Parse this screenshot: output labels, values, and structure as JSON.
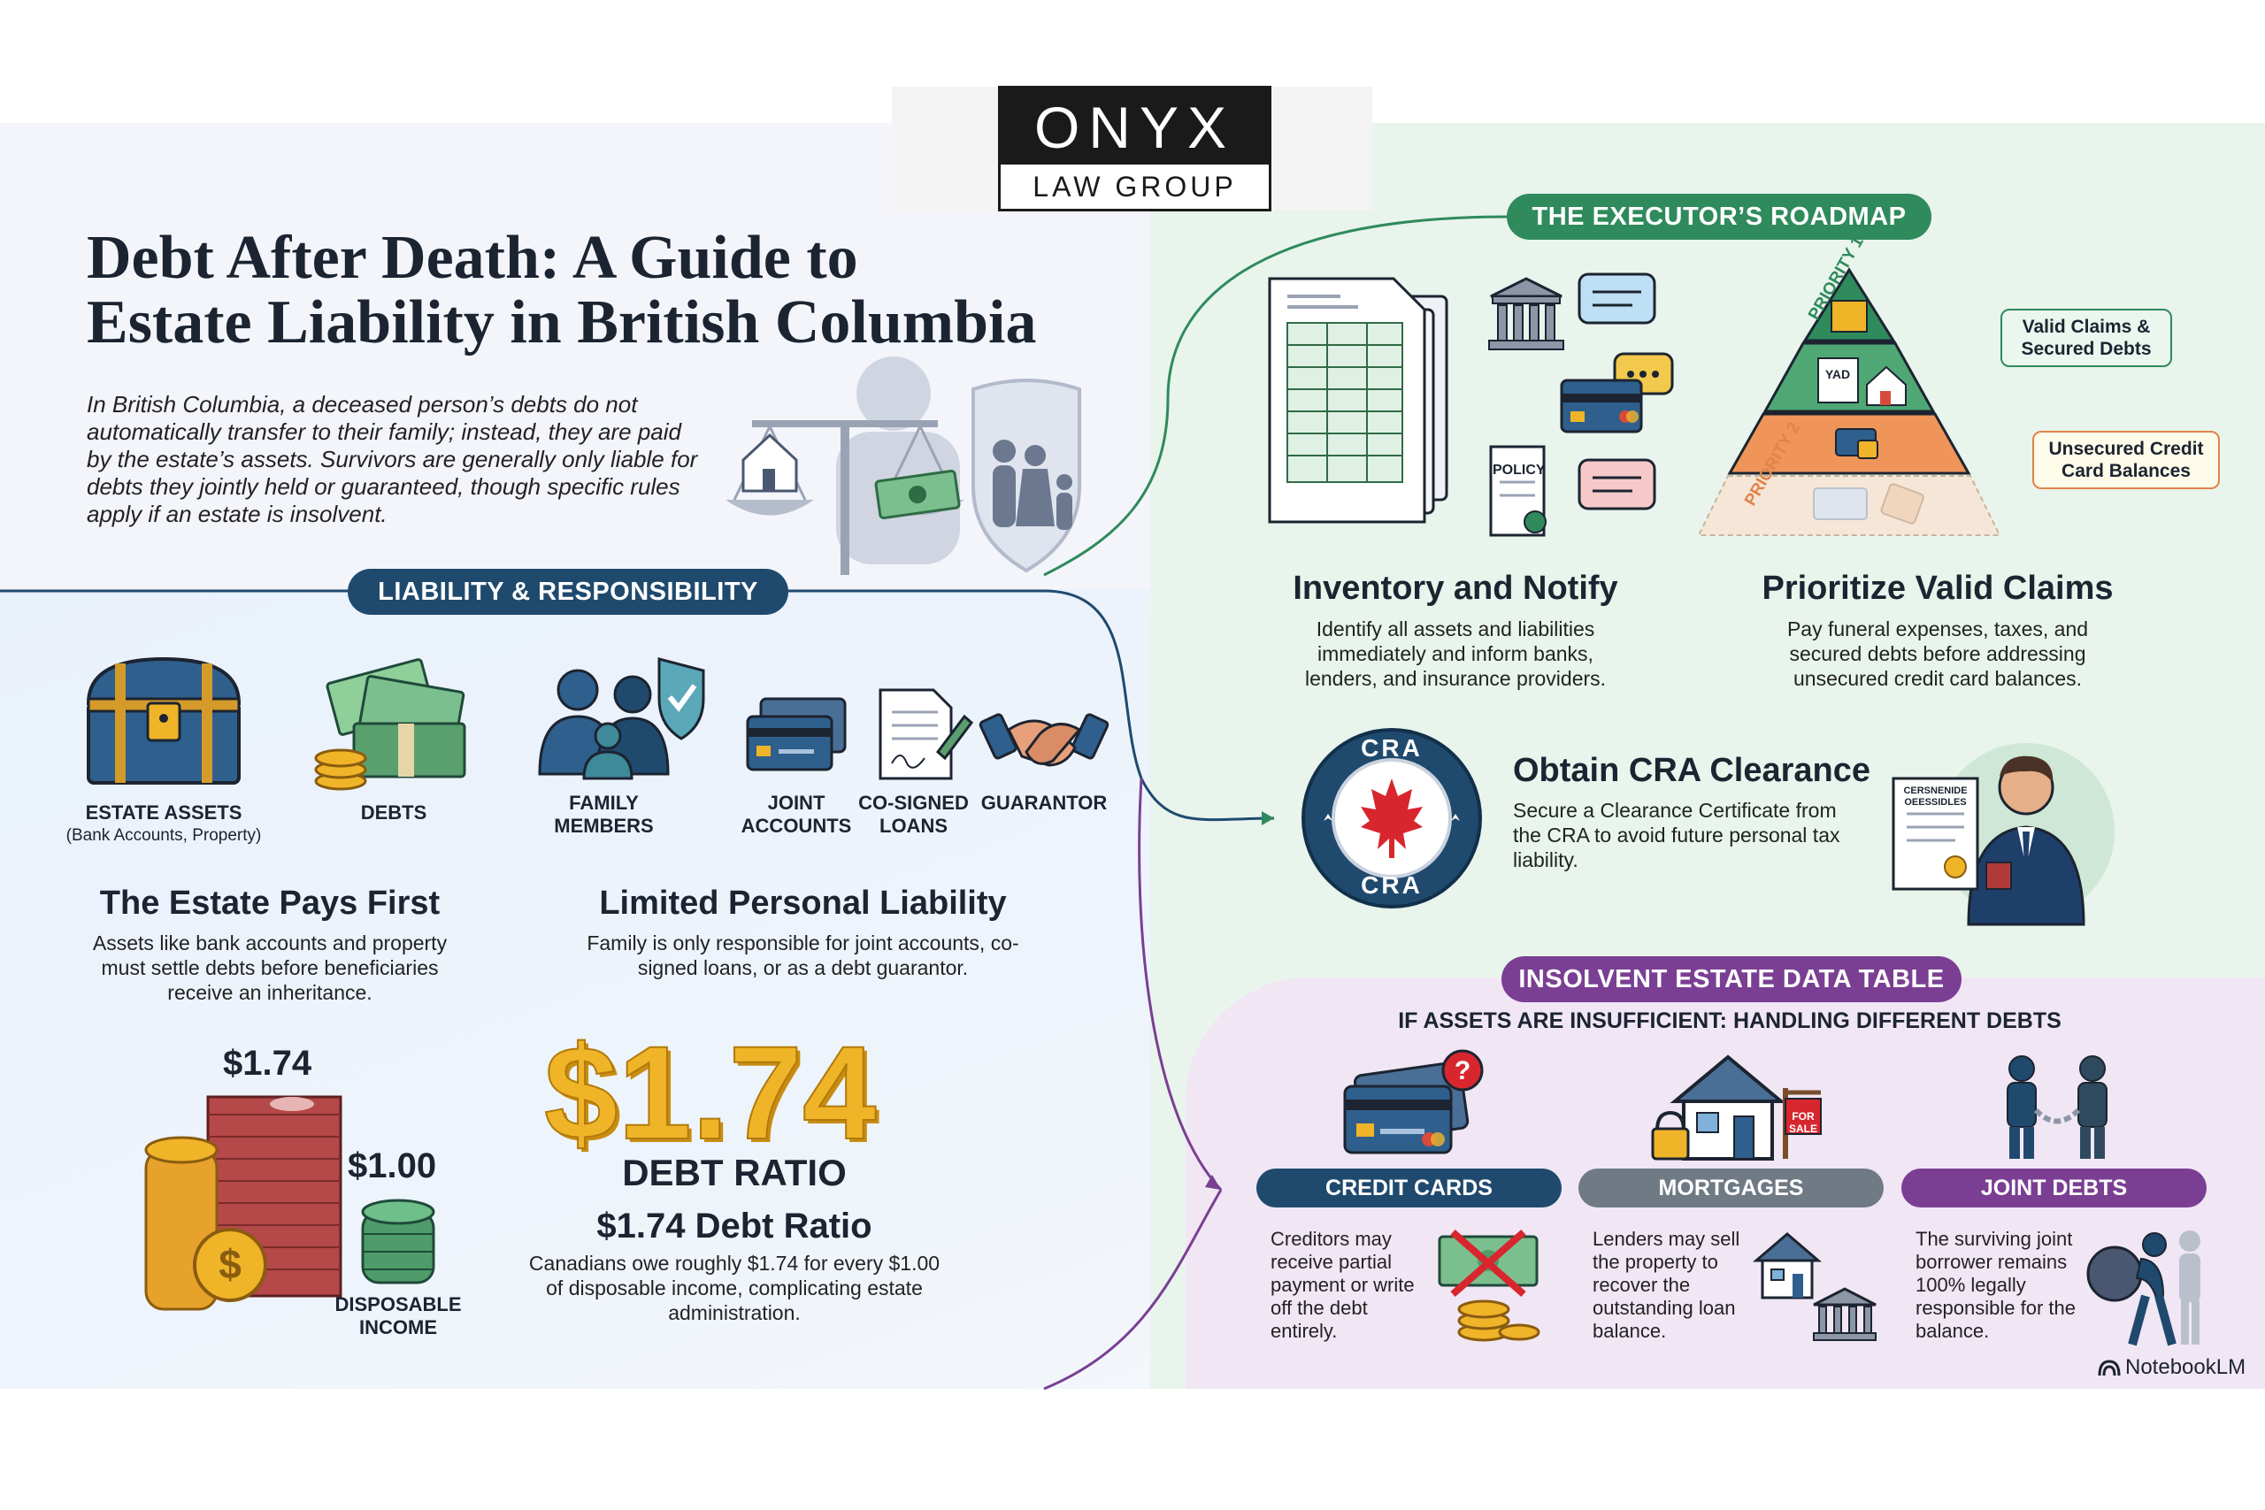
{
  "logo": {
    "name": "ONYX",
    "sub": "LAW GROUP"
  },
  "title_line1": "Debt After Death: A Guide to",
  "title_line2": "Estate Liability in British Columbia",
  "intro": "In British Columbia, a deceased person’s debts do not automatically transfer to their family; instead, they are paid by the estate’s assets. Survivors are generally only liable for debts they jointly held or guaranteed, though specific rules apply if an estate is insolvent.",
  "liability": {
    "header": "LIABILITY & RESPONSIBILITY",
    "icons": {
      "estate_assets": "ESTATE ASSETS",
      "estate_assets_sub": "(Bank Accounts, Property)",
      "debts": "DEBTS",
      "family_line1": "FAMILY",
      "family_line2": "MEMBERS",
      "joint_line1": "JOINT",
      "joint_line2": "ACCOUNTS",
      "cosigned_line1": "CO-SIGNED",
      "cosigned_line2": "LOANS",
      "guarantor": "GUARANTOR"
    },
    "estate_pays": {
      "title": "The Estate Pays First",
      "body": "Assets like bank accounts and property must settle debts before beneficiaries receive an inheritance."
    },
    "limited": {
      "title": "Limited Personal Liability",
      "body": "Family is only responsible for joint accounts, co-signed loans, or as a debt guarantor."
    },
    "ratio": {
      "debt_value": "$1.74",
      "income_value": "$1.00",
      "income_label_line1": "DISPOSABLE",
      "income_label_line2": "INCOME",
      "big_number": "$1.74",
      "big_label": "DEBT RATIO",
      "title": "$1.74 Debt Ratio",
      "body": "Canadians owe roughly $1.74 for every $1.00 of disposable income, complicating estate administration."
    }
  },
  "roadmap": {
    "header": "THE EXECUTOR’S ROADMAP",
    "inventory": {
      "title": "Inventory and Notify",
      "body": "Identify all assets and liabilities immediately and inform banks, lenders, and insurance providers.",
      "policy_label": "POLICY"
    },
    "prioritize": {
      "title": "Prioritize Valid Claims",
      "body": "Pay funeral expenses, taxes, and secured debts before addressing unsecured credit card balances.",
      "priority1": "PRIORITY 1",
      "priority2": "PRIORITY 2",
      "box1": "Valid Claims & Secured Debts",
      "box2": "Unsecured Credit Card Balances",
      "pyramid_mark": "YAD"
    },
    "cra": {
      "title": "Obtain CRA Clearance",
      "body": "Secure a Clearance Certificate from the CRA to avoid future personal tax liability.",
      "seal_top": "CRA",
      "seal_bottom": "CRA",
      "certificate_text": "CERSNENIDE OEESSIDLES"
    }
  },
  "insolvent": {
    "header": "INSOLVENT ESTATE DATA TABLE",
    "subheader": "IF ASSETS ARE INSUFFICIENT: HANDLING DIFFERENT DEBTS",
    "columns": [
      {
        "label": "CREDIT CARDS",
        "body": "Creditors may receive partial payment or write off the debt entirely."
      },
      {
        "label": "MORTGAGES",
        "body": "Lenders may sell the property to recover the outstanding loan balance.",
        "sign": "FOR SALE"
      },
      {
        "label": "JOINT DEBTS",
        "body": "The surviving joint borrower remains 100% legally responsible for the balance."
      }
    ]
  },
  "footer": {
    "brand": "NotebookLM"
  },
  "colors": {
    "navy": "#1f4a6e",
    "green": "#2f8a5c",
    "purple": "#7a3f93",
    "gold": "#f0b429",
    "gray_pill": "#6f7a85"
  }
}
